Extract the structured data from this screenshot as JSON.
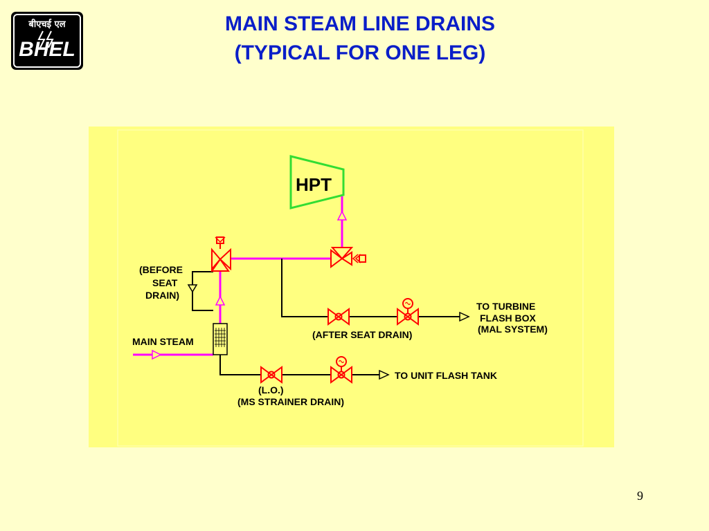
{
  "logo": {
    "devanagari": "बीएचई एल",
    "text": "BHEL"
  },
  "title": {
    "line1": "MAIN STEAM LINE DRAINS",
    "line2": "(TYPICAL FOR ONE LEG)"
  },
  "diagram": {
    "turbine_label": "HPT",
    "labels": {
      "before_seat_1": "(BEFORE",
      "before_seat_2": "SEAT",
      "before_seat_3": "DRAIN)",
      "main_steam": "MAIN STEAM",
      "after_seat": "(AFTER SEAT DRAIN)",
      "to_turbine_1": "TO TURBINE",
      "to_turbine_2": "FLASH BOX",
      "to_turbine_3": "(MAL SYSTEM)",
      "to_unit_flash_tank": "TO UNIT FLASH TANK",
      "lo": "(L.O.)",
      "ms_strainer": "(MS STRAINER DRAIN)"
    },
    "colors": {
      "panel": "#ffff80",
      "steam_line": "#ff00ff",
      "valve": "#ff0000",
      "turbine": "#33dd33",
      "drain_line": "#000000"
    }
  },
  "page_number": "9"
}
